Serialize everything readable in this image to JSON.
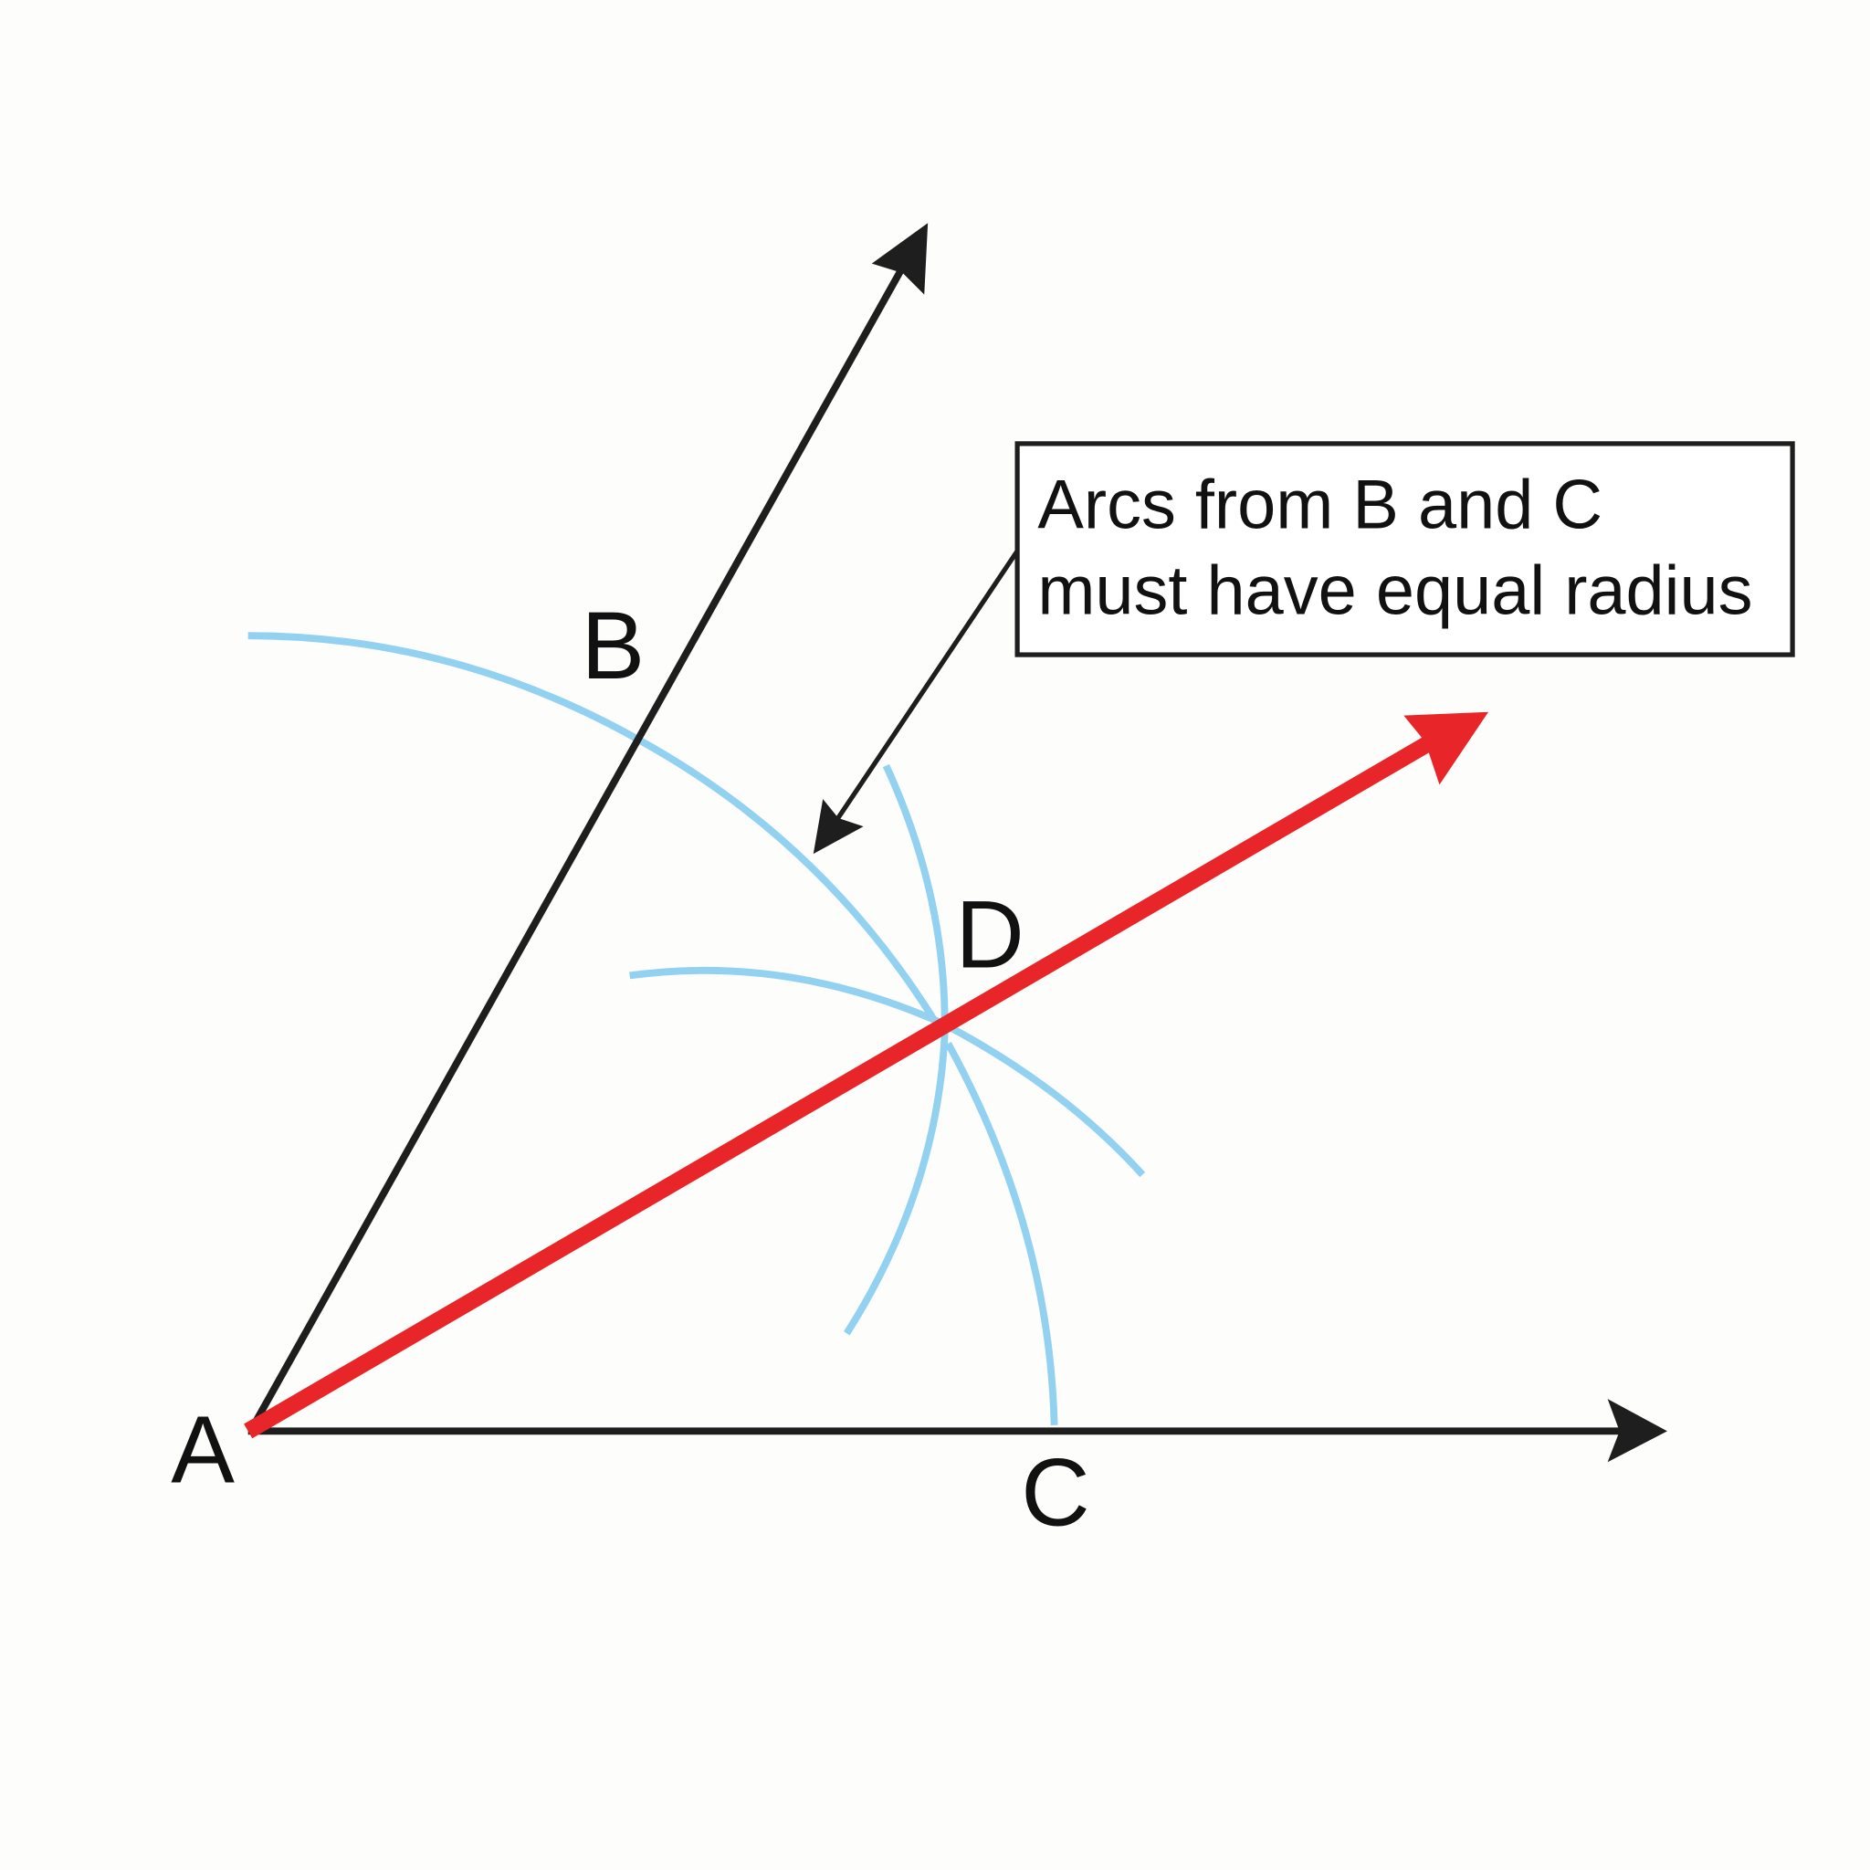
{
  "points": {
    "a": "A",
    "b": "B",
    "c": "C",
    "d": "D"
  },
  "callout": {
    "line1": "Arcs from B and C",
    "line2": "must have equal radius"
  },
  "colors": {
    "rays": "#1e1e1e",
    "bisector": "#e8262a",
    "arcs": "#92d2f0",
    "background": "#fdfdfc"
  }
}
